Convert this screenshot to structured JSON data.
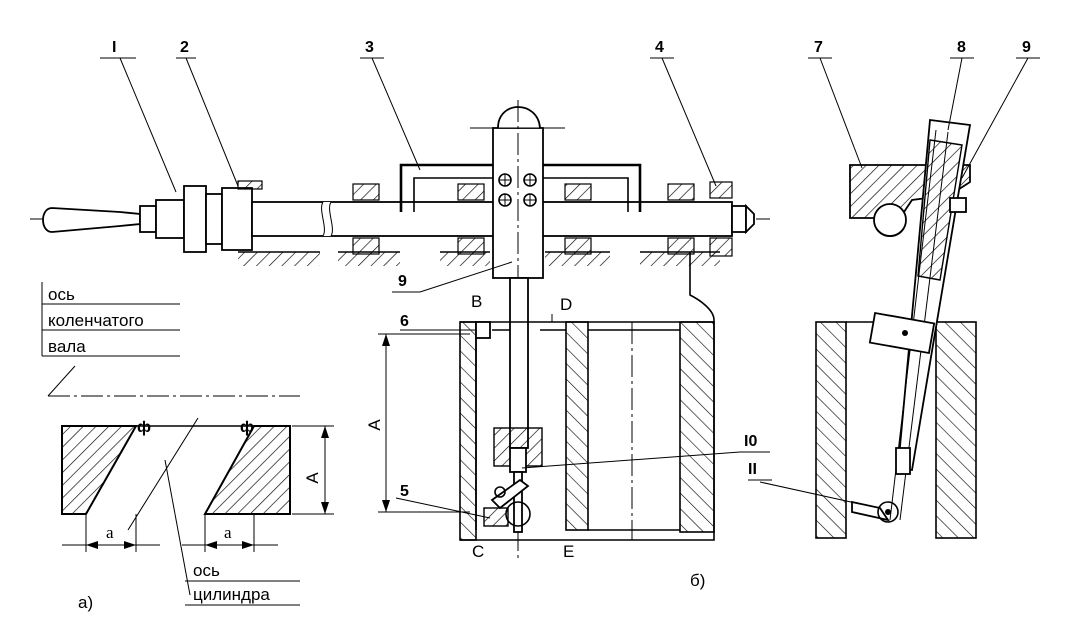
{
  "part_a": {
    "label": "а)",
    "crankshaft_axis_line1": "ось",
    "crankshaft_axis_line2": "коленчатого",
    "crankshaft_axis_line3": "вала",
    "cylinder_axis_line1": "ось",
    "cylinder_axis_line2": "цилиндра",
    "dim_a_left": "a",
    "dim_a_right": "a",
    "dim_A": "A"
  },
  "part_b": {
    "label": "б)",
    "dim_A": "A",
    "point_B": "B",
    "point_C": "C",
    "point_D": "D",
    "point_E": "E"
  },
  "callouts": {
    "c1": "I",
    "c2": "2",
    "c3": "3",
    "c4": "4",
    "c5": "5",
    "c6": "6",
    "c7": "7",
    "c8": "8",
    "c9_right": "9",
    "c9_mid": "9",
    "c10": "I0",
    "c11": "II"
  }
}
